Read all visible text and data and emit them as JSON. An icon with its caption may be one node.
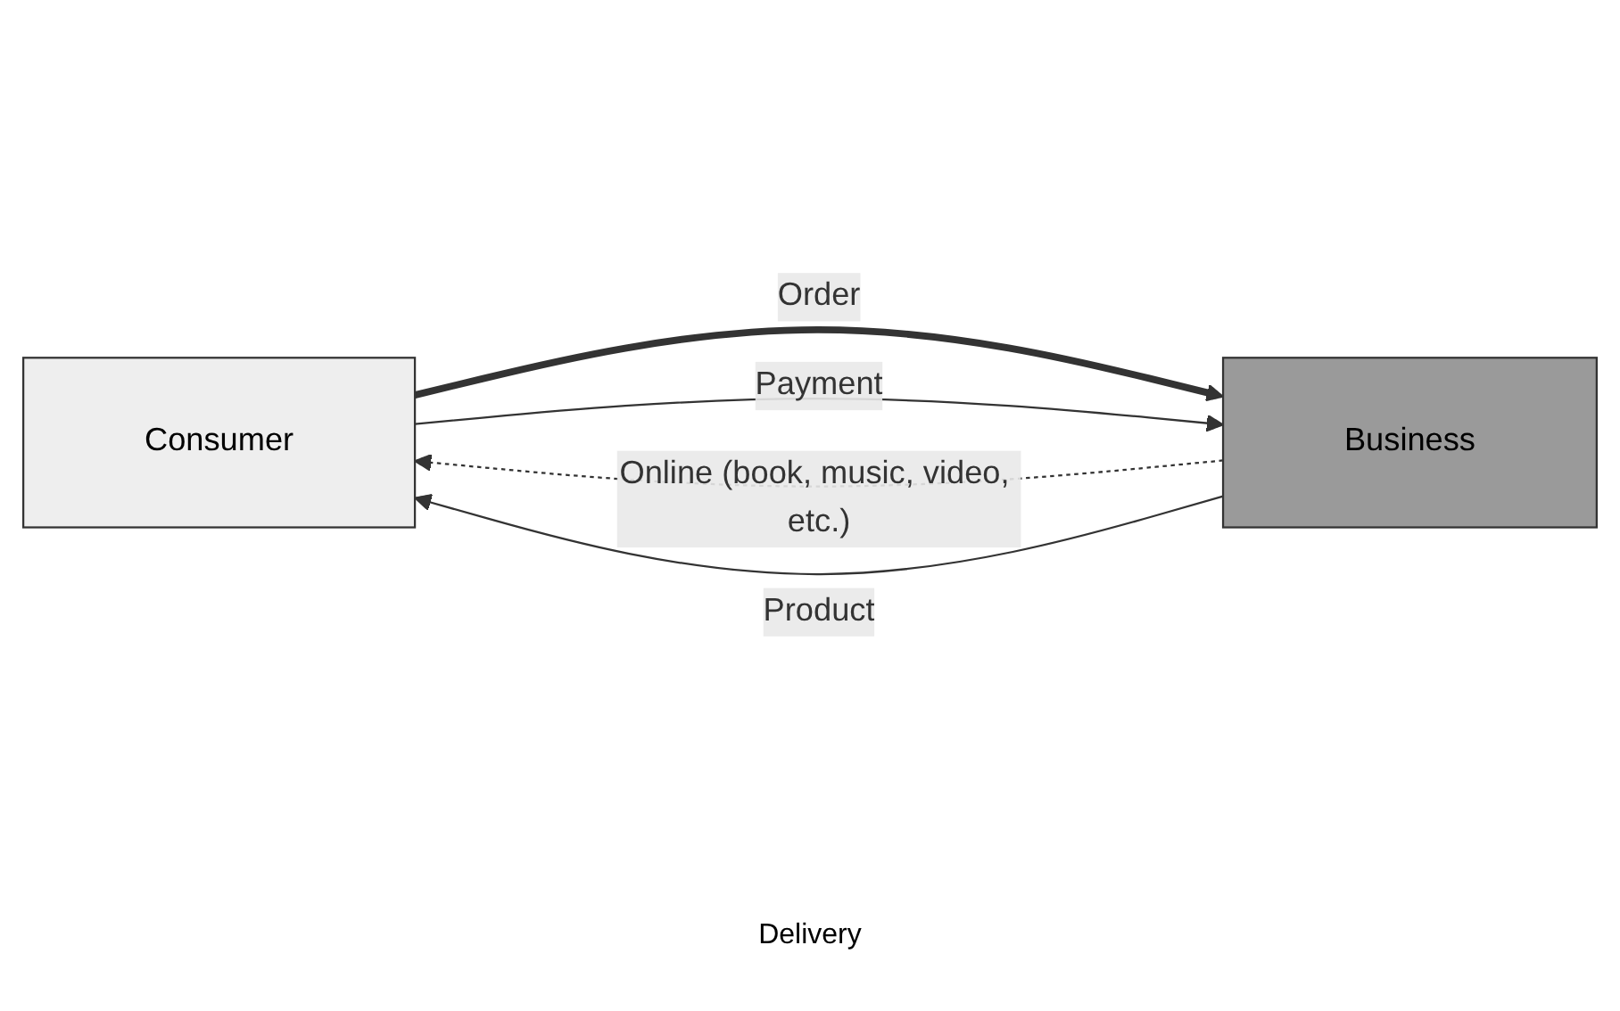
{
  "diagram": {
    "nodes": [
      {
        "text": [
          "Consumer"
        ]
      },
      {
        "text": [
          "Business"
        ]
      }
    ],
    "edges": [
      {
        "from": 0,
        "to": 1,
        "arrow": "to",
        "label": "Order",
        "style": "thick"
      },
      {
        "from": 0,
        "to": 1,
        "arrow": "to",
        "label": "Payment"
      },
      {
        "from": 1,
        "to": 0,
        "arrow": "to",
        "label": "Online (book, music, video, etc.)",
        "style": "dashed"
      },
      {
        "from": 1,
        "to": 0,
        "arrow": "to",
        "label": "Product"
      }
    ],
    "labels": [
      "Delivery"
    ]
  }
}
